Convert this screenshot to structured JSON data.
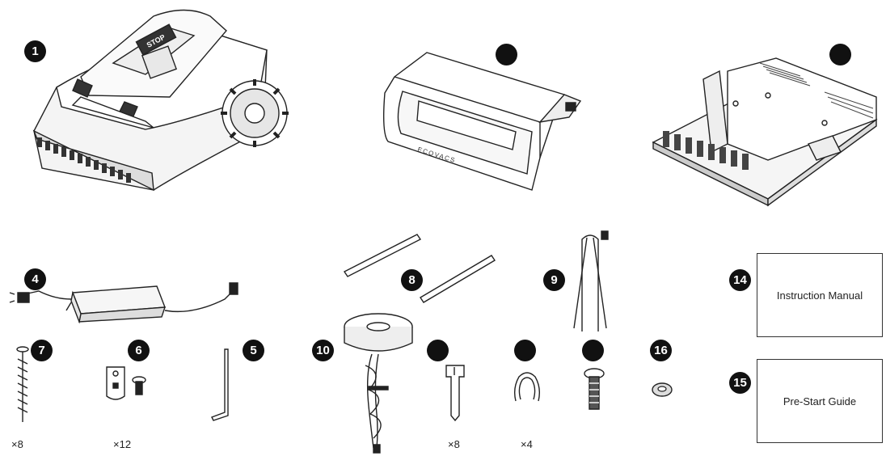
{
  "items": [
    {
      "number": "1",
      "icon": "robot-mower"
    },
    {
      "number": "",
      "icon": "docking-station-cover"
    },
    {
      "number": "",
      "icon": "charging-station-base"
    },
    {
      "number": "4",
      "icon": "power-adapter"
    },
    {
      "number": "5",
      "icon": "hex-key"
    },
    {
      "number": "6",
      "icon": "blade-screw-set",
      "quantity": "×12"
    },
    {
      "number": "7",
      "icon": "ground-screw",
      "quantity": "×8"
    },
    {
      "number": "8",
      "icon": "boundary-rods"
    },
    {
      "number": "9",
      "icon": "u-shaped-stake"
    },
    {
      "number": "10",
      "icon": "rtk-antenna"
    },
    {
      "number": "",
      "icon": "cable-peg",
      "quantity": "×8"
    },
    {
      "number": "",
      "icon": "cable-clip",
      "quantity": "×4"
    },
    {
      "number": "",
      "icon": "bolt"
    },
    {
      "number": "16",
      "icon": "washer"
    },
    {
      "number": "14",
      "icon": "instruction-manual",
      "label": "Instruction Manual"
    },
    {
      "number": "15",
      "icon": "pre-start-guide",
      "label": "Pre-Start Guide"
    }
  ],
  "brand_text": "ECOVACS",
  "mower_screen_text": "STOP"
}
